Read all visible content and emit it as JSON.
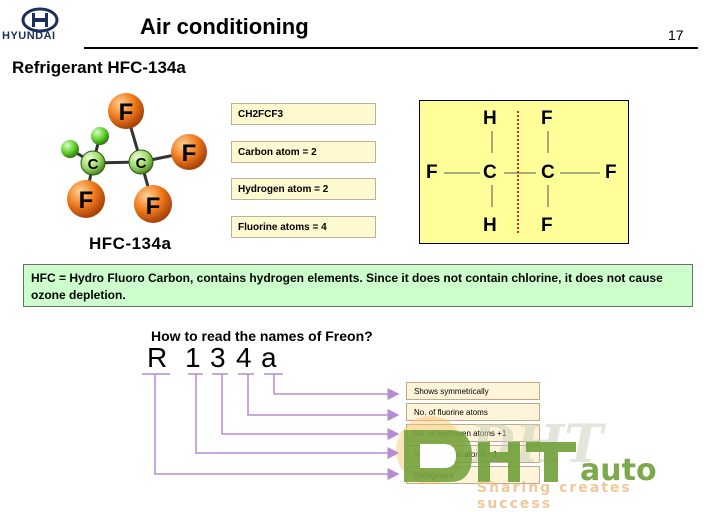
{
  "header": {
    "brand": "HYUNDAI",
    "title": "Air conditioning",
    "page_number": "17"
  },
  "subtitle": "Refrigerant HFC-134a",
  "molecule": {
    "label": "HFC-134a",
    "carbon_symbol": "C",
    "fluorine_symbol": "F"
  },
  "info": [
    "CH2FCF3",
    "Carbon atom = 2",
    "Hydrogen atom = 2",
    "Fluorine atoms = 4"
  ],
  "structure": {
    "top": [
      "H",
      "F"
    ],
    "middle": [
      "F",
      "C",
      "C",
      "F"
    ],
    "bottom": [
      "H",
      "F"
    ]
  },
  "note": "HFC = Hydro Fluoro Carbon, contains hydrogen elements. Since it does not contain chlorine, it does not cause ozone depletion.",
  "naming": {
    "title": "How to read the names of Freon?",
    "chars": [
      "R",
      "1",
      "3",
      "4",
      "a"
    ],
    "legend": [
      "Shows symmetrically",
      "No. of fluorine atoms",
      "No. of hydrogen atoms +1",
      "No. of carbon atoms - 1",
      "Refrigerant"
    ]
  },
  "watermark": {
    "tagline": "Sharing creates success"
  },
  "colors": {
    "info_box": "#fef9cf",
    "structure_bg": "#ffff99",
    "note_bg": "#ccffcc",
    "fluorine_atom": "#f07a1c",
    "hydrogen_atom": "#5fcf2a",
    "arrow": "#b58bd3"
  }
}
